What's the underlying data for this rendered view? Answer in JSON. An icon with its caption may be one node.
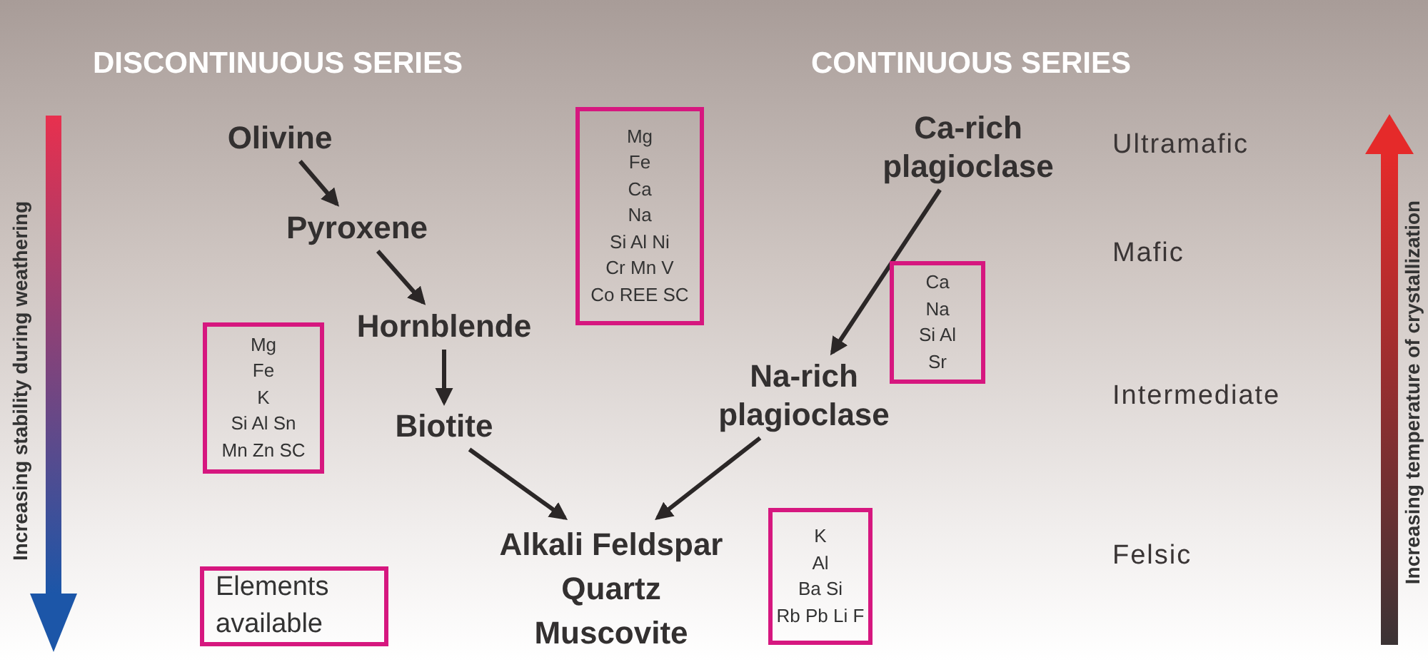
{
  "diagram": {
    "nodes": [
      {
        "text": [
          "Olivine"
        ]
      },
      {
        "text": [
          "Pyroxene"
        ]
      },
      {
        "text": [
          "Hornblende"
        ]
      },
      {
        "text": [
          "Biotite"
        ]
      },
      {
        "text": [
          "Ca-rich plagioclase"
        ]
      },
      {
        "text": [
          "Na-rich plagioclase"
        ]
      },
      {
        "text": [
          "Alkali Feldspar",
          "Quartz",
          "Muscovite"
        ]
      },
      {
        "text": [
          "Mg",
          "Fe",
          "Ca",
          "Na",
          "Si Al Ni",
          "Cr Mn V",
          "Co REE SC"
        ]
      },
      {
        "text": [
          "Ca",
          "Na",
          "Si Al",
          "Sr"
        ]
      },
      {
        "text": [
          "Mg",
          "Fe",
          "K",
          "Si Al Sn",
          "Mn Zn SC"
        ]
      },
      {
        "text": [
          "K",
          "Al",
          "Ba Si",
          "Rb Pb Li F"
        ]
      },
      {
        "text": [
          "Elements available"
        ]
      }
    ],
    "edges": [
      {
        "from": 0,
        "to": 1,
        "arrow": "to"
      },
      {
        "from": 1,
        "to": 2,
        "arrow": "to"
      },
      {
        "from": 2,
        "to": 3,
        "arrow": "to"
      },
      {
        "from": 3,
        "to": 6,
        "arrow": "to"
      },
      {
        "from": 4,
        "to": 5,
        "arrow": "to"
      },
      {
        "from": 5,
        "to": 6,
        "arrow": "to"
      }
    ],
    "labels": [
      "DISCONTINUOUS SERIES",
      "CONTINUOUS SERIES",
      "Ultramafic",
      "Mafic",
      "Intermediate",
      "Felsic",
      "Increasing stability during weathering",
      "Increasing temperature of crystallization"
    ]
  }
}
